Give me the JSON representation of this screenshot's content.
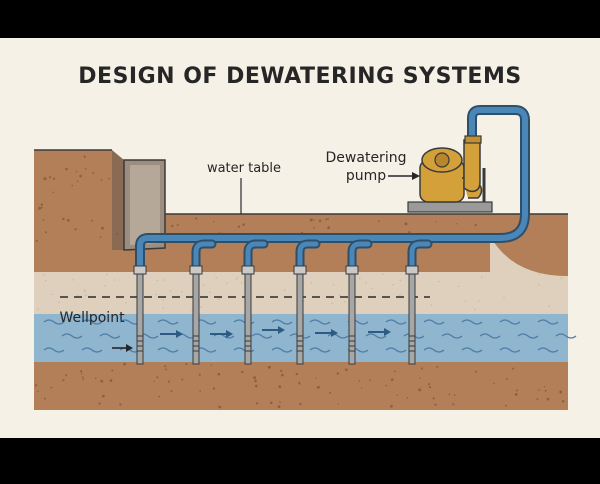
{
  "diagram": {
    "title": "DESIGN OF DEWATERING SYSTEMS",
    "labels": {
      "water_table": "water table",
      "pump_line1": "Dewatering",
      "pump_line2": "pump",
      "wellpoint": "Wellpoint"
    },
    "colors": {
      "frame": "#000000",
      "background": "#f6f1e7",
      "soil": "#b37f58",
      "soil_dark": "#a06d48",
      "sand_layer": "#dfd0bd",
      "water": "#8fb5cf",
      "water_wave": "#4f7fa6",
      "pipe": "#4a86b6",
      "pump": "#d4a03a",
      "ink": "#2b2b2b"
    },
    "wellpoint_count": 6,
    "flow_arrow_count": 5
  }
}
